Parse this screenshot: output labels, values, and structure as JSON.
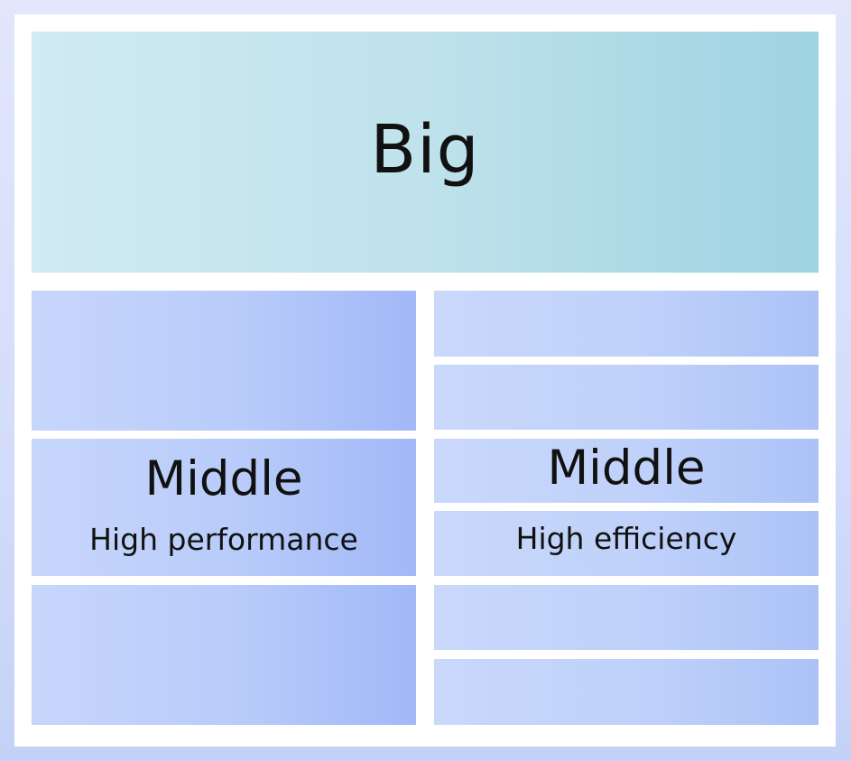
{
  "diagram": {
    "top_block": {
      "label": "Big",
      "color_start": "#d0ebf1",
      "color_end": "#9ed3e1"
    },
    "left_cluster": {
      "title": "Middle",
      "subtitle": "High performance",
      "block_count": 3,
      "color_start": "#c7d6fb",
      "color_end": "#a2b8f7"
    },
    "right_cluster": {
      "title": "Middle",
      "subtitle": "High efficiency",
      "block_count": 6,
      "color_start": "#c9d8fb",
      "color_end": "#acc2f7"
    },
    "frame_color": "#ffffff",
    "background_color": "#d3dcfa"
  }
}
